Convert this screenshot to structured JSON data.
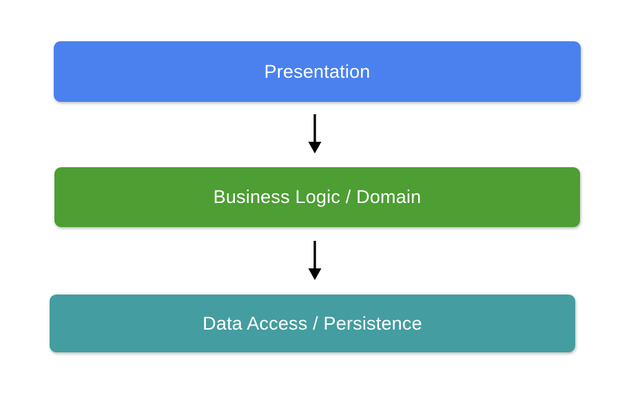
{
  "diagram": {
    "title": "Layered architecture diagram",
    "background": "#ffffff",
    "text_color": "#ffffff",
    "arrow_color": "#000000",
    "layers": [
      {
        "label": "Presentation",
        "color": "#4a81ee"
      },
      {
        "label": "Business Logic / Domain",
        "color": "#4d9e33"
      },
      {
        "label": "Data Access / Persistence",
        "color": "#449da0"
      }
    ],
    "connections": [
      {
        "from": "Presentation",
        "to": "Business Logic / Domain"
      },
      {
        "from": "Business Logic / Domain",
        "to": "Data Access / Persistence"
      }
    ]
  }
}
